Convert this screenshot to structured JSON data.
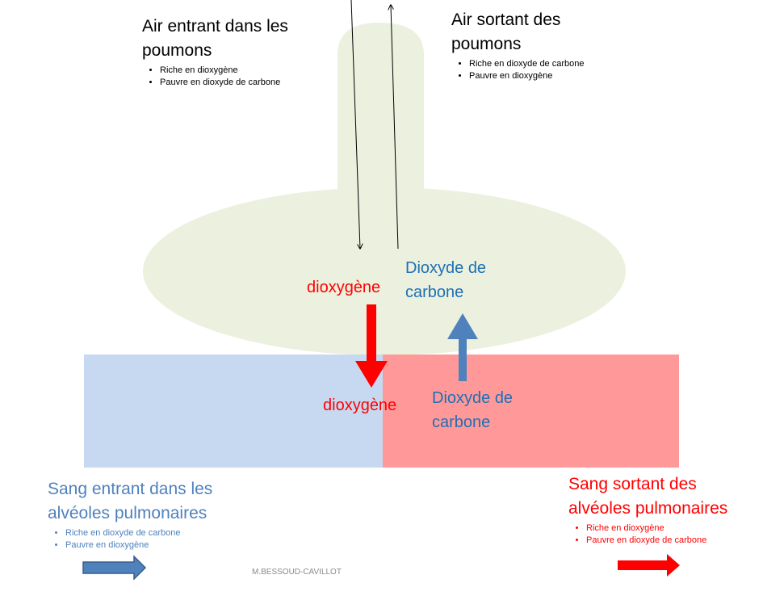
{
  "air_in": {
    "title": "Air entrant dans les poumons",
    "bullets": [
      "Riche en dioxygène",
      "Pauvre en dioxyde de carbone"
    ]
  },
  "air_out": {
    "title": "Air sortant des poumons",
    "bullets": [
      "Riche en dioxyde de carbone",
      "Pauvre en dioxygène"
    ]
  },
  "alveolus_labels": {
    "oxygen": "dioxygène",
    "co2": "Dioxyde de carbone"
  },
  "blood_labels": {
    "oxygen": "dioxygène",
    "co2": "Dioxyde de carbone"
  },
  "blood_in": {
    "title": "Sang entrant dans les alvéoles pulmonaires",
    "bullets": [
      "Riche en dioxyde de carbone",
      "Pauvre en dioxygène"
    ]
  },
  "blood_out": {
    "title": "Sang sortant des alvéoles pulmonaires",
    "bullets": [
      "Riche en dioxygène",
      "Pauvre en dioxyde de carbone"
    ]
  },
  "credit": "M.BESSOUD-CAVILLOT",
  "colors": {
    "alveolus": "#ebf1de",
    "blood_in": "#c6d9f1",
    "blood_out": "#ff9999",
    "oxygen": "#ff0000",
    "co2": "#1f6fb4",
    "co2_arrow": "#4f81bd",
    "blood_in_text": "#4f81bd"
  },
  "icons": [
    "air-in-arrow-icon",
    "air-out-arrow-icon",
    "oxygen-arrow-icon",
    "co2-arrow-icon",
    "blood-in-arrow-icon",
    "blood-out-arrow-icon"
  ]
}
